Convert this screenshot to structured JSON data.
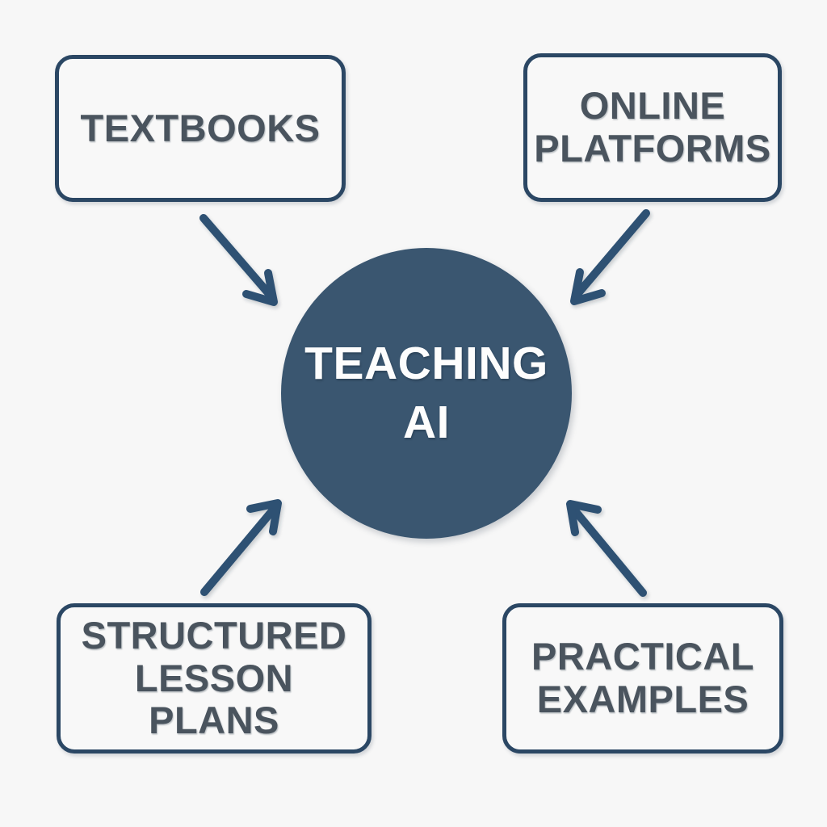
{
  "diagram": {
    "title": "Teaching AI sources diagram",
    "background_color": "#f7f7f7",
    "center": {
      "line1": "TEACHING",
      "line2": "AI",
      "fill_color": "#3a5670",
      "text_color": "#fdfdfd"
    },
    "box_style": {
      "border_color": "#2b4764",
      "fill_color": "#f8f8f8",
      "text_color": "#4a545e"
    },
    "arrow_color": "#2f5173",
    "nodes": [
      {
        "id": "textbooks",
        "label": "TEXTBOOKS",
        "line1": "TEXTBOOKS",
        "line2": "",
        "position": "top-left"
      },
      {
        "id": "online-platforms",
        "label": "ONLINE PLATFORMS",
        "line1": "ONLINE",
        "line2": "PLATFORMS",
        "position": "top-right"
      },
      {
        "id": "structured-lesson-plans",
        "label": "STRUCTURED LESSON PLANS",
        "line1": "STRUCTURED",
        "line2": "LESSON PLANS",
        "position": "bottom-left"
      },
      {
        "id": "practical-examples",
        "label": "PRACTICAL EXAMPLES",
        "line1": "PRACTICAL",
        "line2": "EXAMPLES",
        "position": "bottom-right"
      }
    ],
    "connections": [
      {
        "id": "arrow-textbooks-to-center",
        "from": "textbooks",
        "to": "center",
        "direction": "down-right"
      },
      {
        "id": "arrow-online-platforms-to-center",
        "from": "online-platforms",
        "to": "center",
        "direction": "down-left"
      },
      {
        "id": "arrow-structured-lesson-plans-to-center",
        "from": "structured-lesson-plans",
        "to": "center",
        "direction": "up-right"
      },
      {
        "id": "arrow-practical-examples-to-center",
        "from": "practical-examples",
        "to": "center",
        "direction": "up-left"
      }
    ]
  }
}
